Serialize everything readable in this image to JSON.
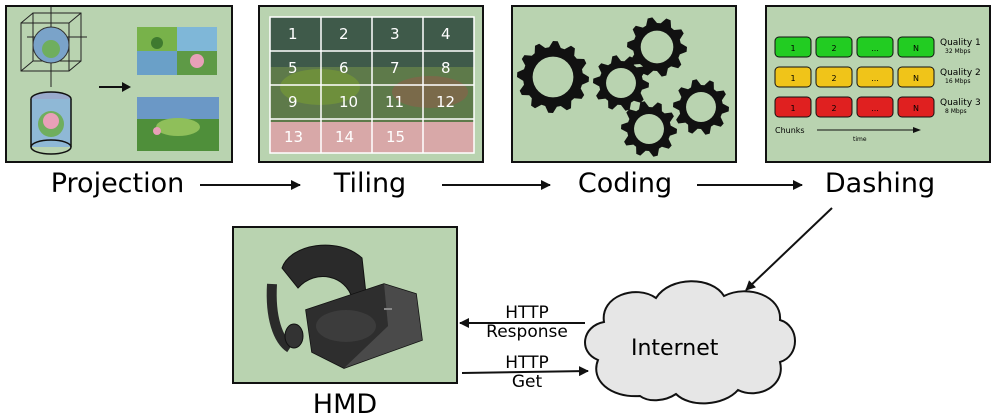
{
  "stages": [
    {
      "label": "Projection"
    },
    {
      "label": "Tiling"
    },
    {
      "label": "Coding"
    },
    {
      "label": "Dashing"
    }
  ],
  "tiling": {
    "tiles": [
      "1",
      "2",
      "3",
      "4",
      "5",
      "6",
      "7",
      "8",
      "9",
      "10",
      "11",
      "12",
      "13",
      "14",
      "15"
    ]
  },
  "dashing": {
    "rows": [
      {
        "cells": [
          "1",
          "2",
          "...",
          "N"
        ],
        "quality": "Quality 1",
        "rate": "32 Mbps",
        "color": "#22cc22"
      },
      {
        "cells": [
          "1",
          "2",
          "...",
          "N"
        ],
        "quality": "Quality 2",
        "rate": "16 Mbps",
        "color": "#f0c419"
      },
      {
        "cells": [
          "1",
          "2",
          "...",
          "N"
        ],
        "quality": "Quality 3",
        "rate": "8 Mbps",
        "color": "#e02020"
      }
    ],
    "chunks_label": "Chunks",
    "time_label": "time"
  },
  "hmd": {
    "label": "HMD"
  },
  "internet": {
    "label": "Internet"
  },
  "http_response": {
    "line1": "HTTP",
    "line2": "Response"
  },
  "http_get": {
    "line1": "HTTP",
    "line2": "Get"
  }
}
